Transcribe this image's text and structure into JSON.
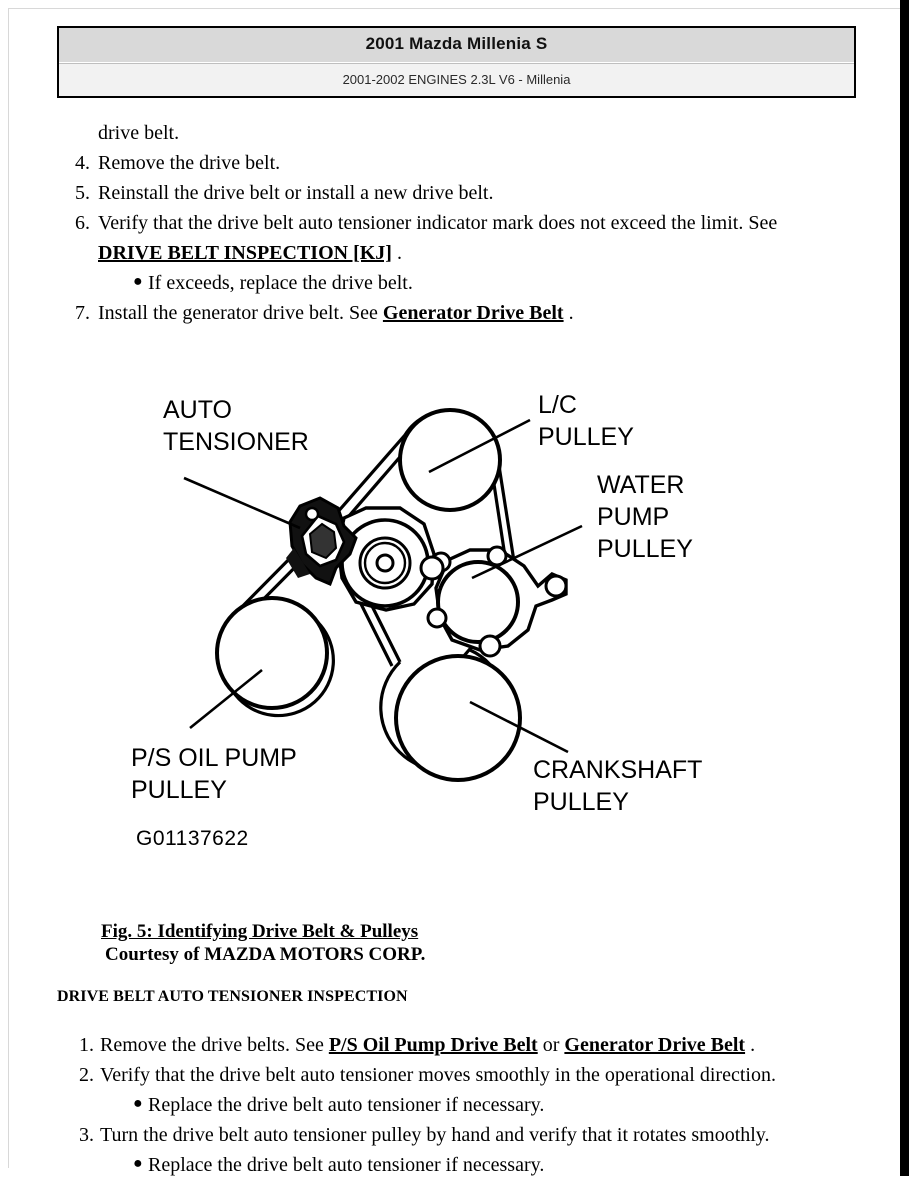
{
  "header": {
    "title": "2001 Mazda Millenia S",
    "subtitle": "2001-2002 ENGINES 2.3L V6 - Millenia"
  },
  "body_top": {
    "lead_line": "drive belt.",
    "steps": [
      {
        "num": "4.",
        "text": "Remove the drive belt."
      },
      {
        "num": "5.",
        "text": "Reinstall the drive belt or install a new drive belt."
      },
      {
        "num": "6.",
        "text_before": "Verify that the drive belt auto tensioner indicator mark does not exceed the limit. See ",
        "link": "DRIVE BELT INSPECTION [KJ]",
        "text_after": " ."
      },
      {
        "num": "7.",
        "text_before": "Install the generator drive belt. See ",
        "link": "Generator Drive Belt",
        "text_after": " ."
      }
    ],
    "bullet": "If exceeds, replace the drive belt."
  },
  "figure": {
    "labels": {
      "auto_tensioner_line1": "AUTO",
      "auto_tensioner_line2": "TENSIONER",
      "lc_pulley_line1": "L/C",
      "lc_pulley_line2": "PULLEY",
      "water_pump_line1": "WATER",
      "water_pump_line2": "PUMP",
      "water_pump_line3": "PULLEY",
      "ps_oil_pump_line1": "P/S OIL PUMP",
      "ps_oil_pump_line2": "PULLEY",
      "crankshaft_line1": "CRANKSHAFT",
      "crankshaft_line2": "PULLEY"
    },
    "code": "G01137622",
    "caption_title": "Fig. 5: Identifying Drive Belt & Pulleys",
    "caption_courtesy": "Courtesy of MAZDA MOTORS CORP."
  },
  "section": {
    "heading": "DRIVE BELT AUTO TENSIONER INSPECTION",
    "steps": [
      {
        "num": "1.",
        "text_before": "Remove the drive belts. See ",
        "link1": "P/S Oil Pump Drive Belt",
        "text_mid": " or ",
        "link2": "Generator Drive Belt",
        "text_after": " ."
      },
      {
        "num": "2.",
        "text": "Verify that the drive belt auto tensioner moves smoothly in the operational direction."
      },
      {
        "num": "3.",
        "text": "Turn the drive belt auto tensioner pulley by hand and verify that it rotates smoothly."
      }
    ],
    "bullet1": "Replace the drive belt auto tensioner if necessary.",
    "bullet2": "Replace the drive belt auto tensioner if necessary."
  },
  "colors": {
    "header_title_bg": "#d9d9d9",
    "header_sub_bg": "#f2f2f2",
    "ink": "#000000"
  }
}
